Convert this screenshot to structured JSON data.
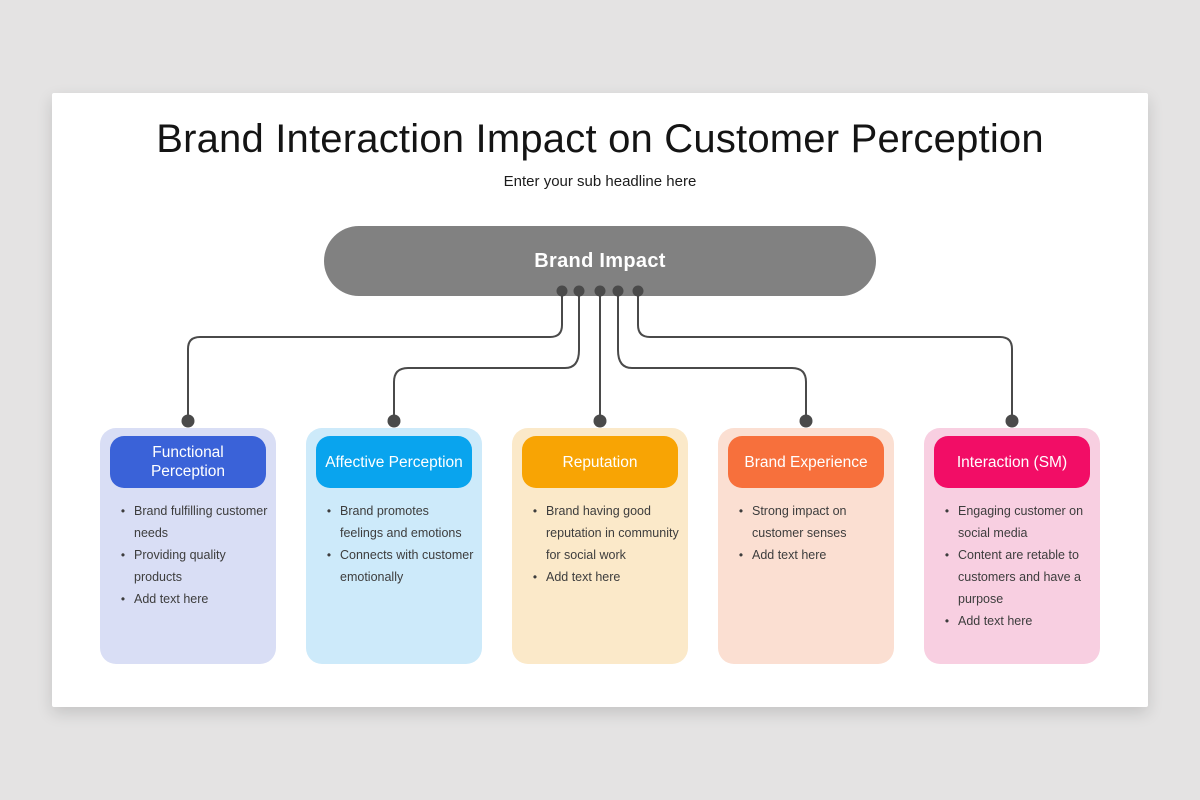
{
  "page": {
    "background_color": "#e4e3e3",
    "slide_color": "#ffffff"
  },
  "header": {
    "title": "Brand Interaction Impact on Customer Perception",
    "subtitle": "Enter your sub headline here"
  },
  "root_node": {
    "label": "Brand Impact",
    "color": "#818181",
    "text_color": "#ffffff"
  },
  "connectors": {
    "line_color": "#4a4a4a",
    "dot_color": "#4a4a4a"
  },
  "branches": [
    {
      "label": "Functional Perception",
      "header_color": "#3a62d8",
      "body_color": "#d9def5",
      "bullets": [
        "Brand fulfilling customer needs",
        "Providing quality products",
        "Add text here"
      ]
    },
    {
      "label": "Affective Perception",
      "header_color": "#09a4ee",
      "body_color": "#cdeafa",
      "bullets": [
        "Brand promotes feelings and emotions",
        "Connects with customer emotionally"
      ]
    },
    {
      "label": "Reputation",
      "header_color": "#f8a404",
      "body_color": "#fbe9c9",
      "bullets": [
        "Brand having good reputation in community for social work",
        "Add text here"
      ]
    },
    {
      "label": "Brand Experience",
      "header_color": "#f7703c",
      "body_color": "#fbdfd2",
      "bullets": [
        "Strong impact on customer senses",
        "Add text here"
      ]
    },
    {
      "label": "Interaction (SM)",
      "header_color": "#f20d66",
      "body_color": "#f8cfe1",
      "bullets": [
        "Engaging customer on social media",
        "Content are retable to customers and have a purpose",
        "Add text here"
      ]
    }
  ]
}
